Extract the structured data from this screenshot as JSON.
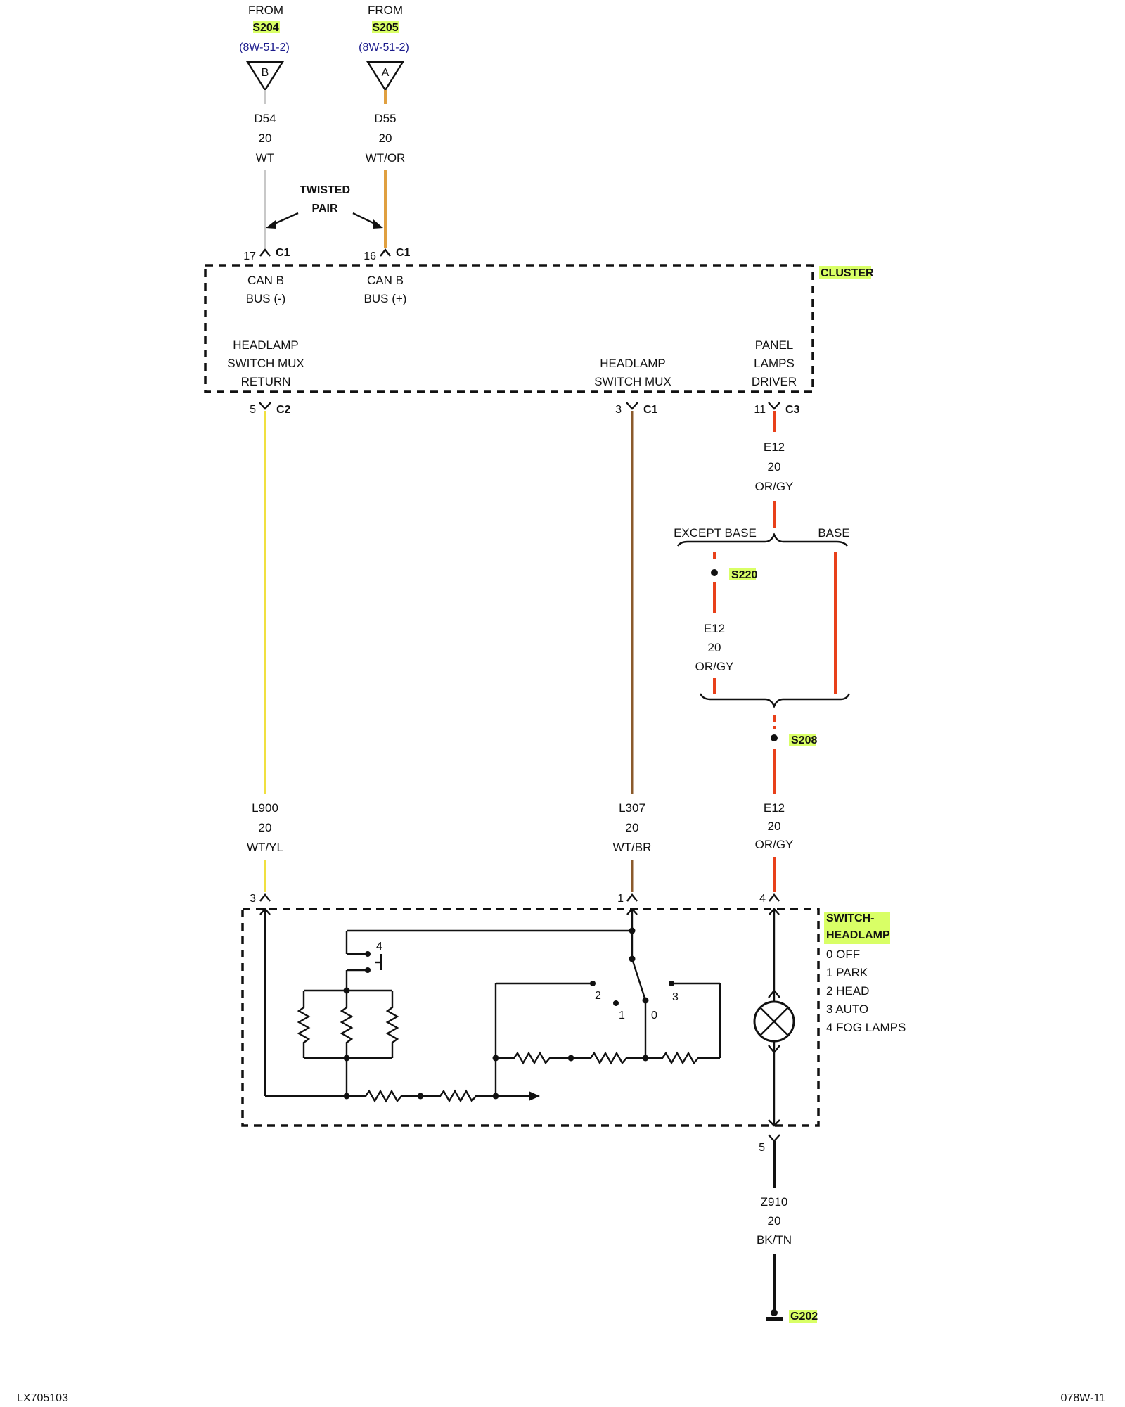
{
  "from_sources": [
    {
      "from": "FROM",
      "splice": "S204",
      "ref": "(8W-51-2)",
      "letter": "B"
    },
    {
      "from": "FROM",
      "splice": "S205",
      "ref": "(8W-51-2)",
      "letter": "A"
    }
  ],
  "twisted_pair": {
    "line1": "TWISTED",
    "line2": "PAIR"
  },
  "wires": {
    "d54": {
      "circuit": "D54",
      "gauge": "20",
      "color": "WT",
      "stroke": "#c8c8c8"
    },
    "d55": {
      "circuit": "D55",
      "gauge": "20",
      "color": "WT/OR",
      "stroke": "#e0a040"
    },
    "l900": {
      "circuit": "L900",
      "gauge": "20",
      "color": "WT/YL",
      "stroke": "#f0e040"
    },
    "l307": {
      "circuit": "L307",
      "gauge": "20",
      "color": "WT/BR",
      "stroke": "#8b5a2b"
    },
    "e12_top": {
      "circuit": "E12",
      "gauge": "20",
      "color": "OR/GY",
      "stroke": "#e8401a"
    },
    "e12_mid": {
      "circuit": "E12",
      "gauge": "20",
      "color": "OR/GY",
      "stroke": "#e8401a"
    },
    "e12_bot": {
      "circuit": "E12",
      "gauge": "20",
      "color": "OR/GY",
      "stroke": "#e8401a"
    },
    "z910": {
      "circuit": "Z910",
      "gauge": "20",
      "color": "BK/TN",
      "stroke": "#111111"
    }
  },
  "cluster": {
    "title": "CLUSTER",
    "pins_top": [
      {
        "pin": "17",
        "conn": "C1",
        "l1": "CAN B",
        "l2": "BUS (-)"
      },
      {
        "pin": "16",
        "conn": "C1",
        "l1": "CAN B",
        "l2": "BUS (+)"
      }
    ],
    "pins_bottom": [
      {
        "pin": "5",
        "conn": "C2",
        "l1": "HEADLAMP",
        "l2": "SWITCH MUX",
        "l3": "RETURN"
      },
      {
        "pin": "3",
        "conn": "C1",
        "l1": "HEADLAMP",
        "l2": "SWITCH MUX"
      },
      {
        "pin": "11",
        "conn": "C3",
        "l1": "PANEL",
        "l2": "LAMPS",
        "l3": "DRIVER"
      }
    ]
  },
  "branch": {
    "except_base": "EXCEPT BASE",
    "base": "BASE"
  },
  "splices": {
    "s220": "S220",
    "s208": "S208"
  },
  "switch": {
    "title_l1": "SWITCH-",
    "title_l2": "HEADLAMP",
    "positions": [
      "0 OFF",
      "1 PARK",
      "2 HEAD",
      "3 AUTO",
      "4 FOG LAMPS"
    ],
    "pins": {
      "p3": "3",
      "p1": "1",
      "p4": "4",
      "p5": "5"
    },
    "contacts": {
      "c4": "4",
      "c2": "2",
      "c1": "1",
      "c0": "0",
      "c3": "3"
    }
  },
  "ground": "G202",
  "footer": {
    "left": "LX705103",
    "right": "078W-11"
  }
}
